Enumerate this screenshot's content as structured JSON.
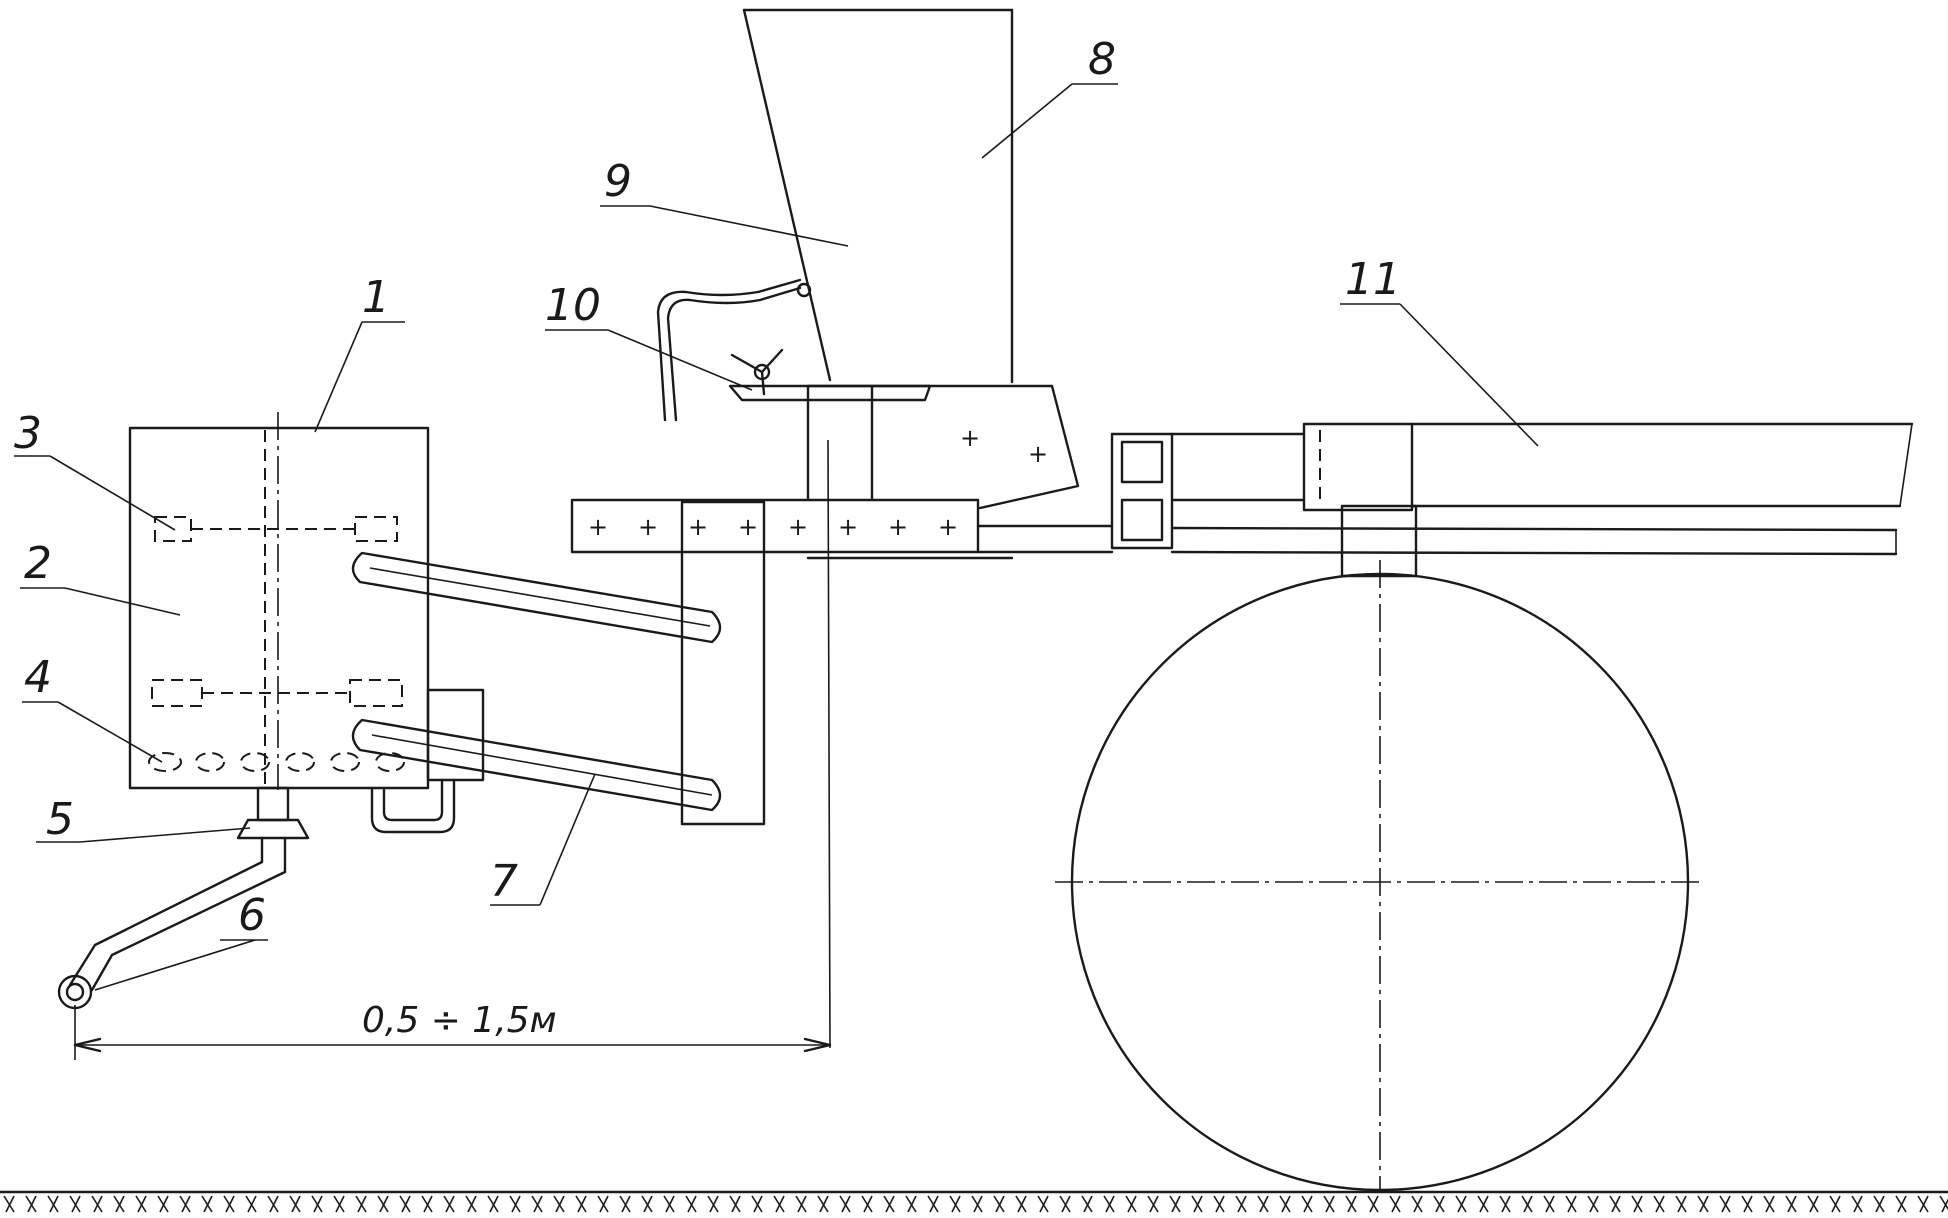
{
  "labels": {
    "l1": "1",
    "l2": "2",
    "l3": "3",
    "l4": "4",
    "l5": "5",
    "l6": "6",
    "l7": "7",
    "l8": "8",
    "l9": "9",
    "l10": "10",
    "l11": "11"
  },
  "dimension": {
    "text": "0,5 ÷ 1,5м"
  }
}
